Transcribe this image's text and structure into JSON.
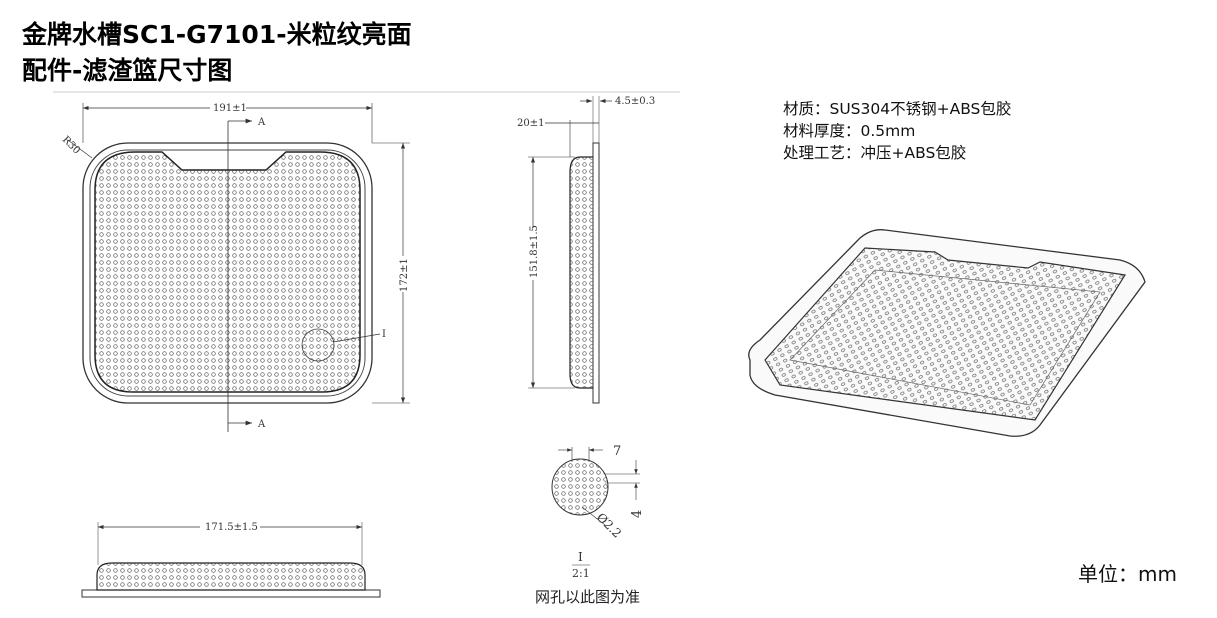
{
  "title": {
    "line1": "金牌水槽SC1-G7101-米粒纹亮面",
    "line2": "配件-滤渣篮尺寸图"
  },
  "specs": {
    "material": "材质：SUS304不锈钢+ABS包胶",
    "thickness": "材料厚度：0.5mm",
    "process": "处理工艺：冲压+ABS包胶"
  },
  "unit": "单位：mm",
  "dimensions": {
    "width": "191±1",
    "height": "172±1",
    "radius": "R30",
    "section": "A",
    "detail_marker": "I",
    "side_depth": "20±1",
    "flange": "4.5±0.3",
    "side_length": "151.8±1.5",
    "bottom_length": "171.5±1.5",
    "hole_pitch": "7",
    "hole_row": "4",
    "hole_diameter": "Ø2.2",
    "detail_label": "I",
    "detail_scale": "2:1",
    "detail_note": "网孔以此图为准"
  }
}
